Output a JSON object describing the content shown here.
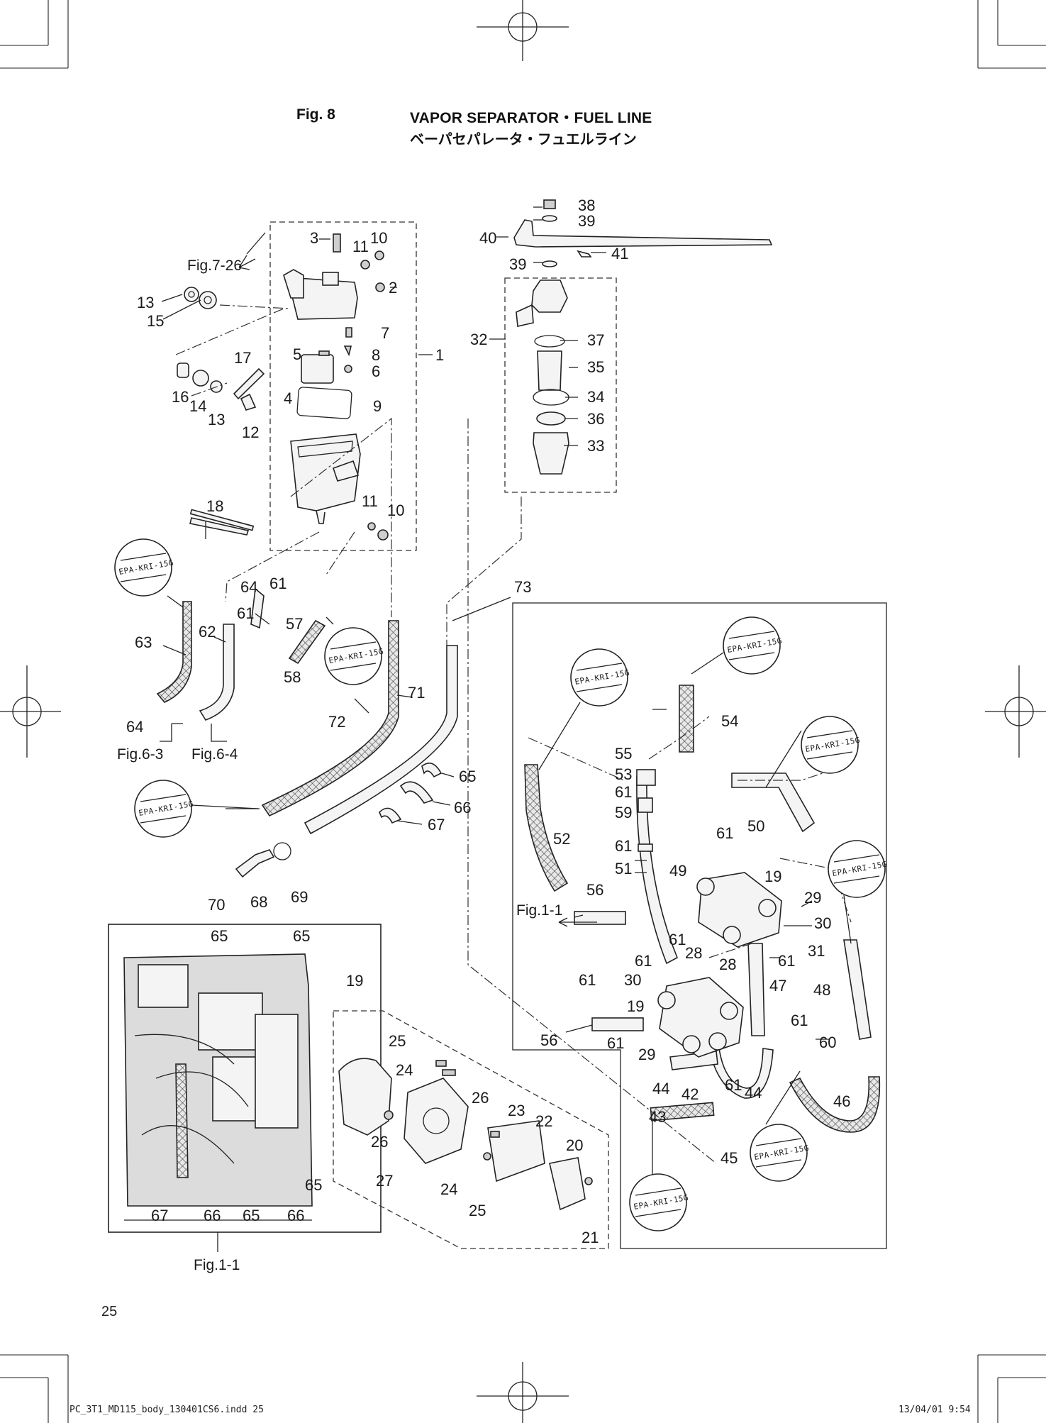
{
  "header": {
    "fig_no": "Fig. 8",
    "title": "VAPOR SEPARATOR・FUEL LINE",
    "title_jp": "ベーパセパレータ・フュエルライン"
  },
  "page_number": "25",
  "footer": {
    "file": "PC_3T1_MD115_body_130401CS6.indd   25",
    "date": "13/04/01   9:54"
  },
  "epa_stamp": "EPA-KRI-15G",
  "figure_refs": [
    "Fig.7-26",
    "Fig.6-3",
    "Fig.6-4",
    "Fig.1-1",
    "Fig.1-1"
  ],
  "callouts": [
    "1",
    "2",
    "3",
    "4",
    "5",
    "6",
    "7",
    "8",
    "9",
    "10",
    "11",
    "12",
    "13",
    "14",
    "15",
    "16",
    "17",
    "18",
    "19",
    "20",
    "21",
    "22",
    "23",
    "24",
    "25",
    "26",
    "27",
    "28",
    "29",
    "30",
    "31",
    "32",
    "33",
    "34",
    "35",
    "36",
    "37",
    "38",
    "39",
    "40",
    "41",
    "42",
    "43",
    "44",
    "45",
    "46",
    "47",
    "48",
    "49",
    "50",
    "51",
    "52",
    "53",
    "54",
    "55",
    "56",
    "57",
    "58",
    "59",
    "60",
    "61",
    "62",
    "63",
    "64",
    "65",
    "66",
    "67",
    "68",
    "69",
    "70",
    "71",
    "72",
    "73"
  ]
}
